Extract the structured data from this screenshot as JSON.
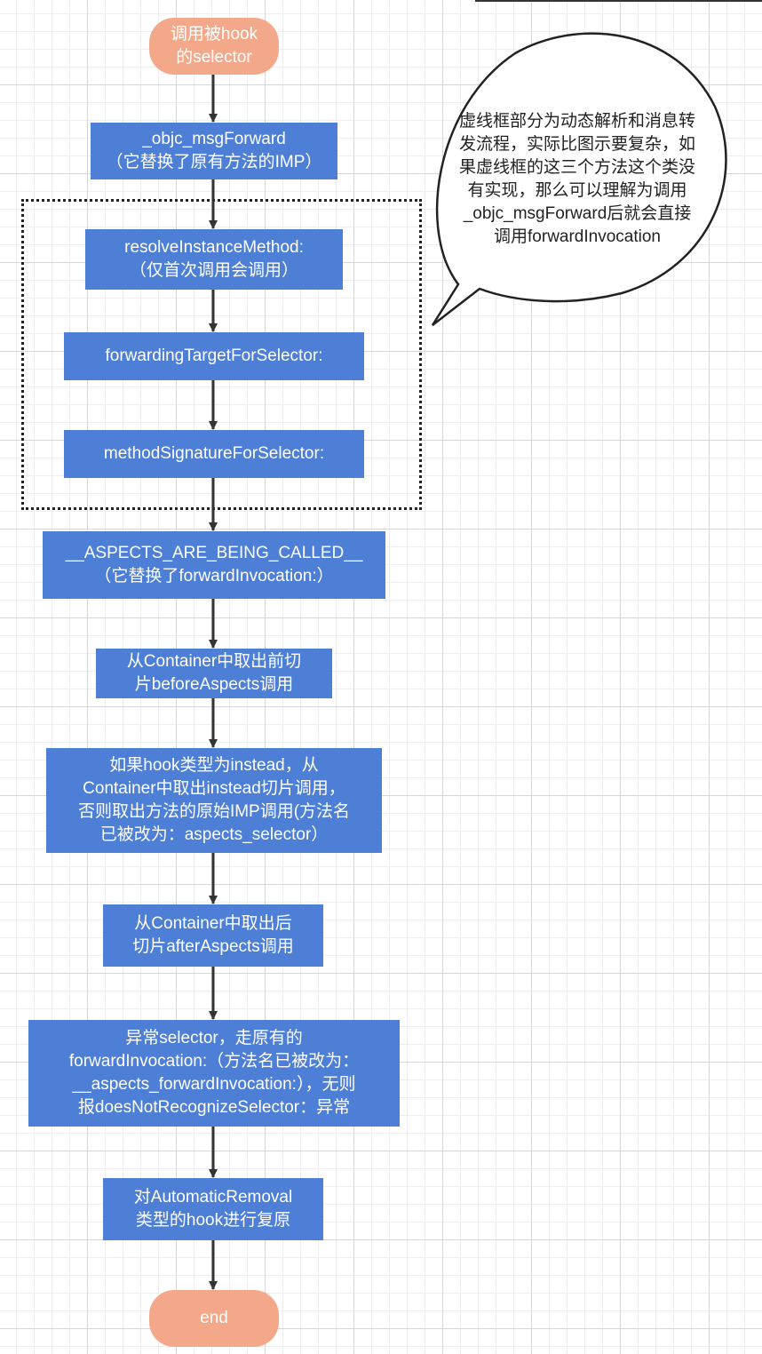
{
  "diagram": {
    "nodes": [
      {
        "id": "start",
        "shape": "pill",
        "text": "调用被hook\n的selector"
      },
      {
        "id": "msg_forward",
        "shape": "rect",
        "text": "_objc_msgForward\n（它替换了原有方法的IMP）"
      },
      {
        "id": "resolve",
        "shape": "rect",
        "text": "resolveInstanceMethod:\n（仅首次调用会调用）"
      },
      {
        "id": "forwarding_target",
        "shape": "rect",
        "text": "forwardingTargetForSelector:"
      },
      {
        "id": "method_signature",
        "shape": "rect",
        "text": "methodSignatureForSelector:"
      },
      {
        "id": "aspects_called",
        "shape": "rect",
        "text": "__ASPECTS_ARE_BEING_CALLED__\n（它替换了forwardInvocation:）"
      },
      {
        "id": "before",
        "shape": "rect",
        "text": "从Container中取出前切\n片beforeAspects调用"
      },
      {
        "id": "instead",
        "shape": "rect",
        "text": "如果hook类型为instead，从\nContainer中取出instead切片调用，\n否则取出方法的原始IMP调用(方法名\n已被改为：aspects_selector）"
      },
      {
        "id": "after",
        "shape": "rect",
        "text": "从Container中取出后\n切片afterAspects调用"
      },
      {
        "id": "exception",
        "shape": "rect",
        "text": "异常selector，走原有的\nforwardInvocation:（方法名已被改为：\n__aspects_forwardInvocation:），无则\n报doesNotRecognizeSelector：异常"
      },
      {
        "id": "restore",
        "shape": "rect",
        "text": "对AutomaticRemoval\n类型的hook进行复原"
      },
      {
        "id": "end",
        "shape": "pill",
        "text": "end"
      }
    ],
    "edges": [
      [
        "start",
        "msg_forward"
      ],
      [
        "msg_forward",
        "resolve"
      ],
      [
        "resolve",
        "forwarding_target"
      ],
      [
        "forwarding_target",
        "method_signature"
      ],
      [
        "method_signature",
        "aspects_called"
      ],
      [
        "aspects_called",
        "before"
      ],
      [
        "before",
        "instead"
      ],
      [
        "instead",
        "after"
      ],
      [
        "after",
        "exception"
      ],
      [
        "exception",
        "restore"
      ],
      [
        "restore",
        "end"
      ]
    ],
    "callout": {
      "text": "虚线框部分为动态解析和消息转\n发流程，实际比图示要复杂，如\n果虚线框的这三个方法这个类没\n有实现，那么可以理解为调用\n_objc_msgForward后就会直接\n调用forwardInvocation"
    },
    "colors": {
      "process_fill": "#4e7fd6",
      "terminal_fill": "#f4a88a",
      "node_text": "#ffffff",
      "arrow": "#333333"
    }
  }
}
